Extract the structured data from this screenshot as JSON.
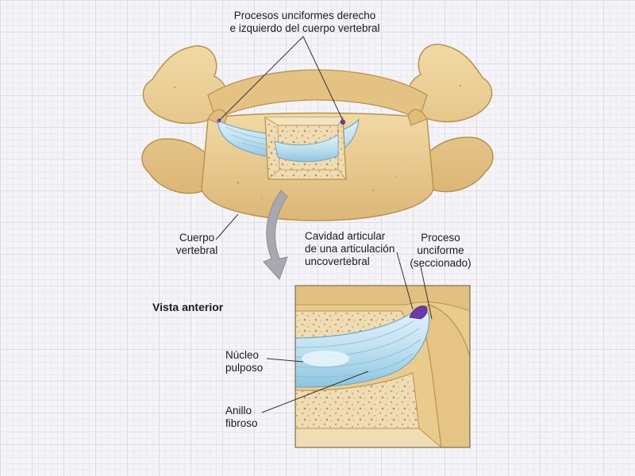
{
  "colors": {
    "bone": "#e9cb8e",
    "bone_dark": "#c9a463",
    "spongy": "#efdcb4",
    "disc": "#aed8ec",
    "disc_light": "#dff0f8",
    "joint": "#6a3aa8"
  },
  "labels": {
    "uncinate_processes": {
      "line1": "Procesos unciformes derecho",
      "line2": "e izquierdo del cuerpo vertebral"
    },
    "vertebral_body": {
      "line1": "Cuerpo",
      "line2": "vertebral"
    },
    "joint_cavity": {
      "line1": "Cavidad articular",
      "line2": "de una articulación",
      "line3": "uncovertebral"
    },
    "uncinate_process_cut": {
      "line1": "Proceso",
      "line2": "unciforme",
      "line3": "(seccionado)"
    },
    "anterior_view": "Vista anterior",
    "nucleus_pulposus": {
      "line1": "Núcleo",
      "line2": "pulposo"
    },
    "annulus_fibrosus": {
      "line1": "Anillo",
      "line2": "fibroso"
    }
  }
}
